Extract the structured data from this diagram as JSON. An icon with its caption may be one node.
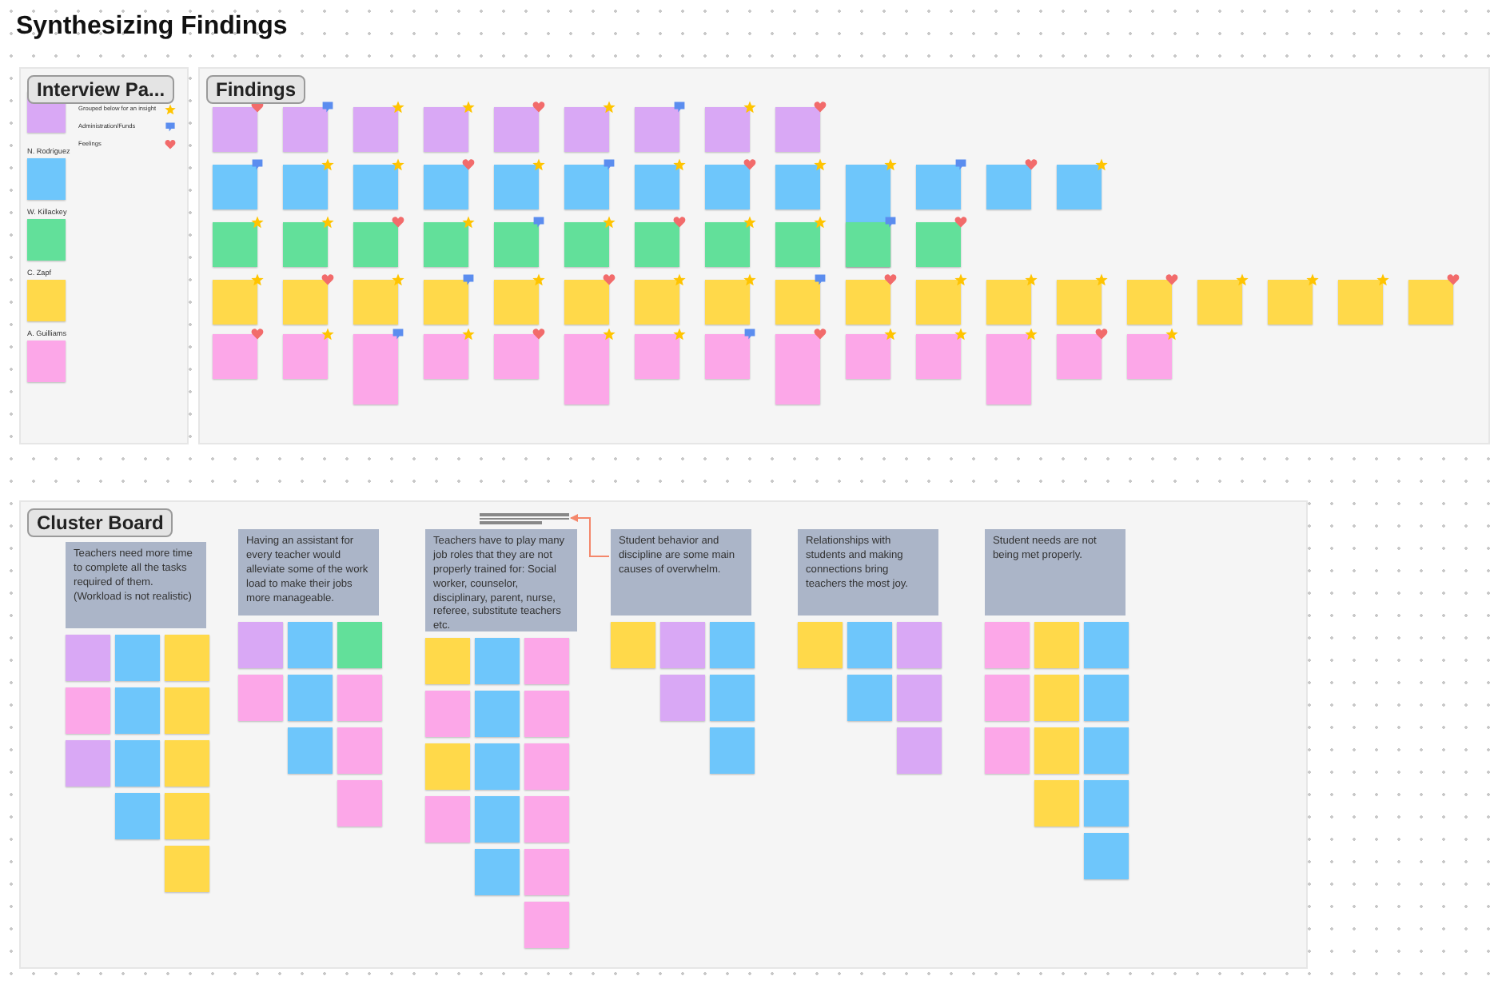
{
  "diagram": {
    "title": "Synthesizing Findings",
    "nodes": [
      {
        "text": [
          "Interview Pa..."
        ]
      },
      {
        "text": [
          "Findings"
        ]
      },
      {
        "text": [
          "Cluster Board"
        ]
      },
      {
        "text": [
          "Teachers need more time to complete all the tasks required of them. (Workload is not realistic)"
        ],
        "in": 2
      },
      {
        "text": [
          "Having an assistant for every teacher would alleviate some of the work load to make their jobs more manageable."
        ],
        "in": 2
      },
      {
        "text": [
          "Teachers have to play many job roles that they are not properly trained for: Social worker, counselor, disciplinary, parent, nurse, referee, substitute teachers etc."
        ],
        "in": 2
      },
      {
        "text": [
          "Student behavior and discipline are some main causes of overwhelm."
        ],
        "in": 2
      },
      {
        "text": [
          "Relationships with students and making connections bring teachers the most joy."
        ],
        "in": 2
      },
      {
        "text": [
          "Student needs are not being met properly."
        ],
        "in": 2
      },
      {
        "text": [],
        "shape": "box",
        "in": 2
      }
    ],
    "edges": [
      {
        "from": 6,
        "to": 9,
        "arrow": "to",
        "color": "#f4876b"
      }
    ],
    "labels": [
      "N. Rodriguez",
      "W. Killackey",
      "C. Zapf",
      "A. Guilliams"
    ],
    "legend": [
      {
        "text": "Grouped below for an insight"
      },
      {
        "text": "Administration/Funds"
      },
      {
        "text": "Feelings"
      }
    ]
  }
}
